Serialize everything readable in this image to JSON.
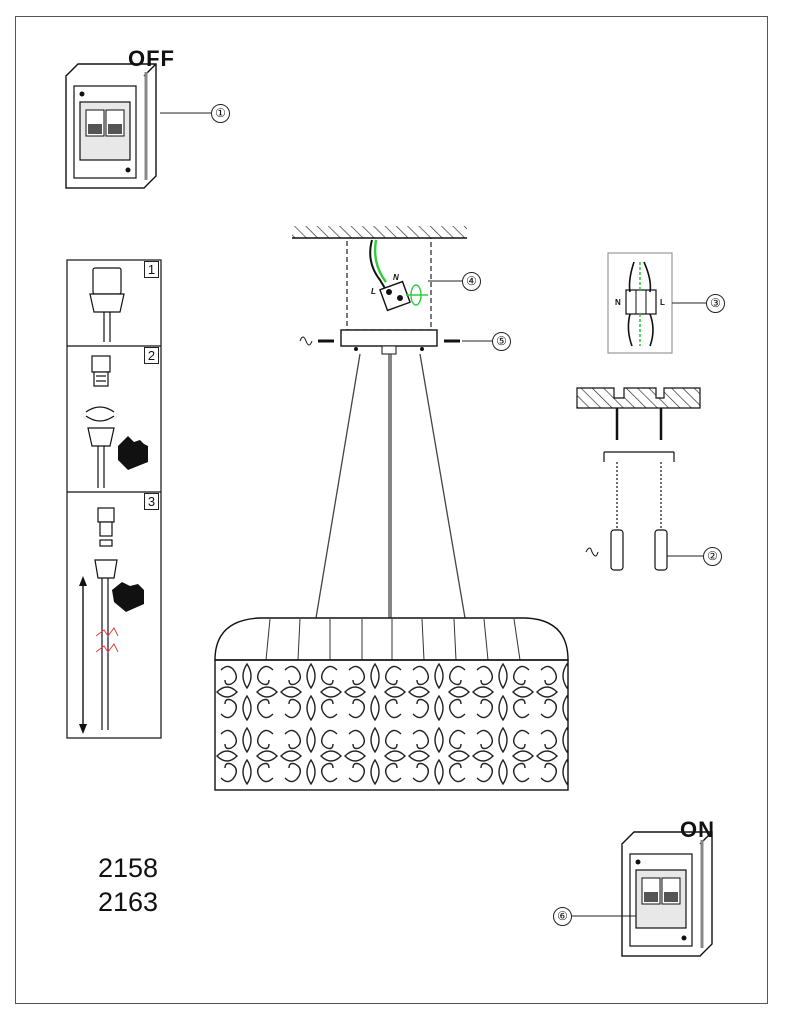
{
  "switch_off": {
    "label": "OFF",
    "callout": "①"
  },
  "switch_on": {
    "label": "ON",
    "callout": "⑥"
  },
  "callouts": {
    "canopy": "④",
    "screws": "⑤",
    "terminal": "③",
    "anchors": "②"
  },
  "steps": [
    "1",
    "2",
    "3"
  ],
  "terminal": {
    "neutral": "N",
    "live": "L"
  },
  "wire_tags": {
    "live": "L",
    "neutral": "N"
  },
  "models": [
    "2158",
    "2163"
  ]
}
